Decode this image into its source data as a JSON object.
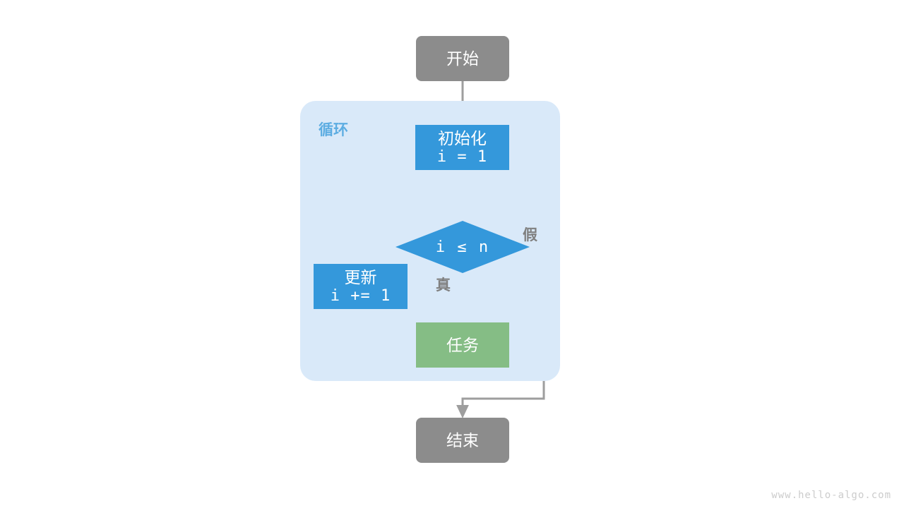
{
  "diagram": {
    "title_watermark": "www.hello-algo.com",
    "colors": {
      "terminal": "#8c8c8c",
      "process": "#3498db",
      "task": "#85bd85",
      "loop_container": "#d9e9f9",
      "loop_label": "#5dade2",
      "edge": "#9e9e9e",
      "edge_label": "#808080",
      "background": "#ffffff"
    },
    "loop_container": {
      "label": "循环"
    },
    "nodes": {
      "start": {
        "label": "开始",
        "shape": "terminal"
      },
      "init": {
        "line1": "初始化",
        "line2": "i = 1",
        "shape": "process"
      },
      "decision": {
        "label": "i ≤ n",
        "shape": "diamond"
      },
      "update": {
        "line1": "更新",
        "line2": "i += 1",
        "shape": "process"
      },
      "task": {
        "label": "任务",
        "shape": "process"
      },
      "end": {
        "label": "结束",
        "shape": "terminal"
      }
    },
    "edge_labels": {
      "true": "真",
      "false": "假"
    }
  }
}
